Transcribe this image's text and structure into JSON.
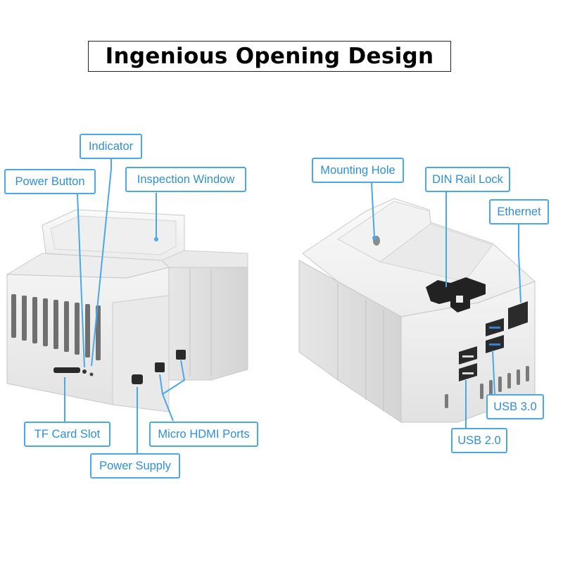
{
  "title": "Ingenious Opening Design",
  "accent_color": "#49a8e8",
  "labels": {
    "indicator": "Indicator",
    "power_button": "Power Button",
    "inspection_window": "Inspection Window",
    "tf_card_slot": "TF Card Slot",
    "micro_hdmi_ports": "Micro HDMI Ports",
    "power_supply": "Power Supply",
    "mounting_hole": "Mounting Hole",
    "din_rail_lock": "DIN Rail Lock",
    "ethernet": "Ethernet",
    "usb_3_0": "USB 3.0",
    "usb_2_0": "USB 2.0"
  }
}
